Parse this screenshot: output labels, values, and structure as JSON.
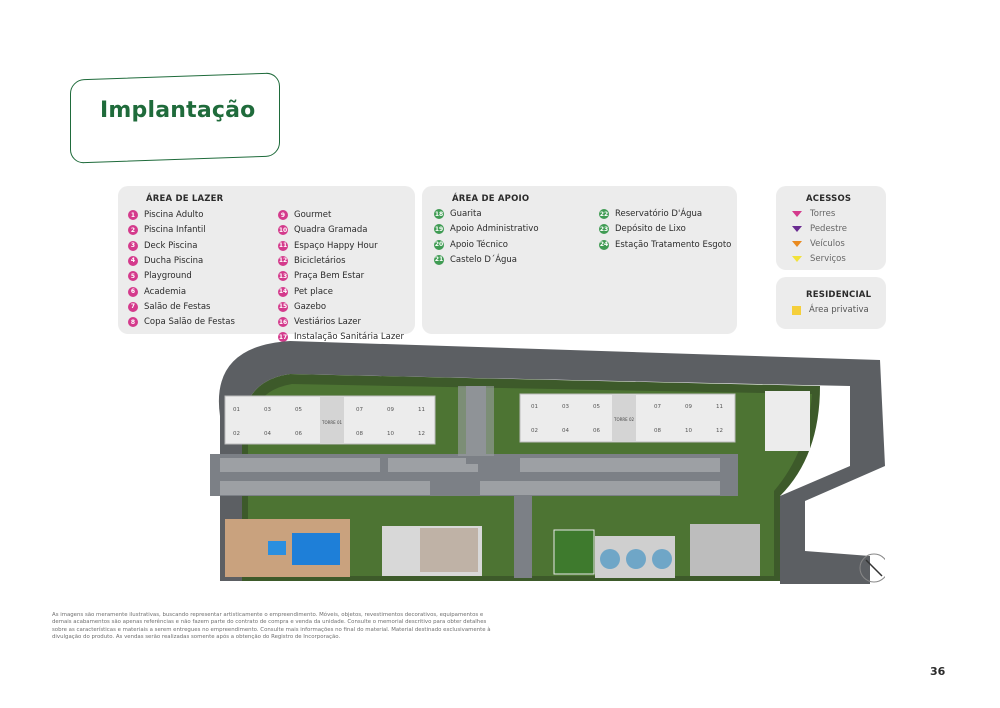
{
  "title": "Implantação",
  "legend": {
    "lazer": {
      "heading": "ÁREA DE LAZER",
      "items": [
        {
          "num": "1",
          "label": "Piscina Adulto"
        },
        {
          "num": "2",
          "label": "Piscina Infantil"
        },
        {
          "num": "3",
          "label": "Deck Piscina"
        },
        {
          "num": "4",
          "label": "Ducha Piscina"
        },
        {
          "num": "5",
          "label": "Playground"
        },
        {
          "num": "6",
          "label": "Academia"
        },
        {
          "num": "7",
          "label": "Salão de Festas"
        },
        {
          "num": "8",
          "label": "Copa Salão de Festas"
        },
        {
          "num": "9",
          "label": "Gourmet"
        },
        {
          "num": "10",
          "label": "Quadra Gramada"
        },
        {
          "num": "11",
          "label": "Espaço Happy Hour"
        },
        {
          "num": "12",
          "label": "Bicicletários"
        },
        {
          "num": "13",
          "label": "Praça Bem Estar"
        },
        {
          "num": "14",
          "label": "Pet place"
        },
        {
          "num": "15",
          "label": "Gazebo"
        },
        {
          "num": "16",
          "label": "Vestiários Lazer"
        },
        {
          "num": "17",
          "label": "Instalação Sanitária Lazer"
        }
      ]
    },
    "apoio": {
      "heading": "ÁREA DE APOIO",
      "items": [
        {
          "num": "18",
          "label": "Guarita"
        },
        {
          "num": "19",
          "label": "Apoio Administrativo"
        },
        {
          "num": "20",
          "label": "Apoio Técnico"
        },
        {
          "num": "21",
          "label": "Castelo D´Água"
        },
        {
          "num": "22",
          "label": "Reservatório D'Água"
        },
        {
          "num": "23",
          "label": "Depósito de Lixo"
        },
        {
          "num": "24",
          "label": "Estação Tratamento Esgoto"
        }
      ]
    },
    "acessos": {
      "heading": "ACESSOS",
      "items": [
        {
          "label": "Torres",
          "color": "#d43a8c"
        },
        {
          "label": "Pedestre",
          "color": "#6a2c91"
        },
        {
          "label": "Veículos",
          "color": "#e98a1f"
        },
        {
          "label": "Serviços",
          "color": "#f2e23a"
        }
      ]
    },
    "residencial": {
      "heading": "RESIDENCIAL",
      "item": {
        "label": "Área privativa",
        "color": "#f5cf3b"
      }
    }
  },
  "map": {
    "tower1": {
      "label": "TORRE 01",
      "units_top": [
        "01",
        "03",
        "05",
        "07",
        "09",
        "11"
      ],
      "units_bottom": [
        "02",
        "04",
        "06",
        "08",
        "10",
        "12"
      ]
    },
    "tower2": {
      "label": "TORRE 02",
      "units_top": [
        "01",
        "03",
        "05",
        "07",
        "09",
        "11"
      ],
      "units_bottom": [
        "02",
        "04",
        "06",
        "08",
        "10",
        "12"
      ]
    }
  },
  "disclaimer": "As imagens são meramente ilustrativas, buscando representar artisticamente o empreendimento. Móveis, objetos, revestimentos decorativos, equipamentos e demais acabamentos são apenas referências e não fazem parte do contrato de compra e venda da unidade. Consulte o memorial descritivo para obter detalhes sobre as características e materiais a serem entregues no empreendimento. Consulte mais informações no final do material. Material destinado exclusivamente à divulgação do produto. As vendas serão realizadas somente após a obtenção do Registro de Incorporação.",
  "page_number": "36"
}
